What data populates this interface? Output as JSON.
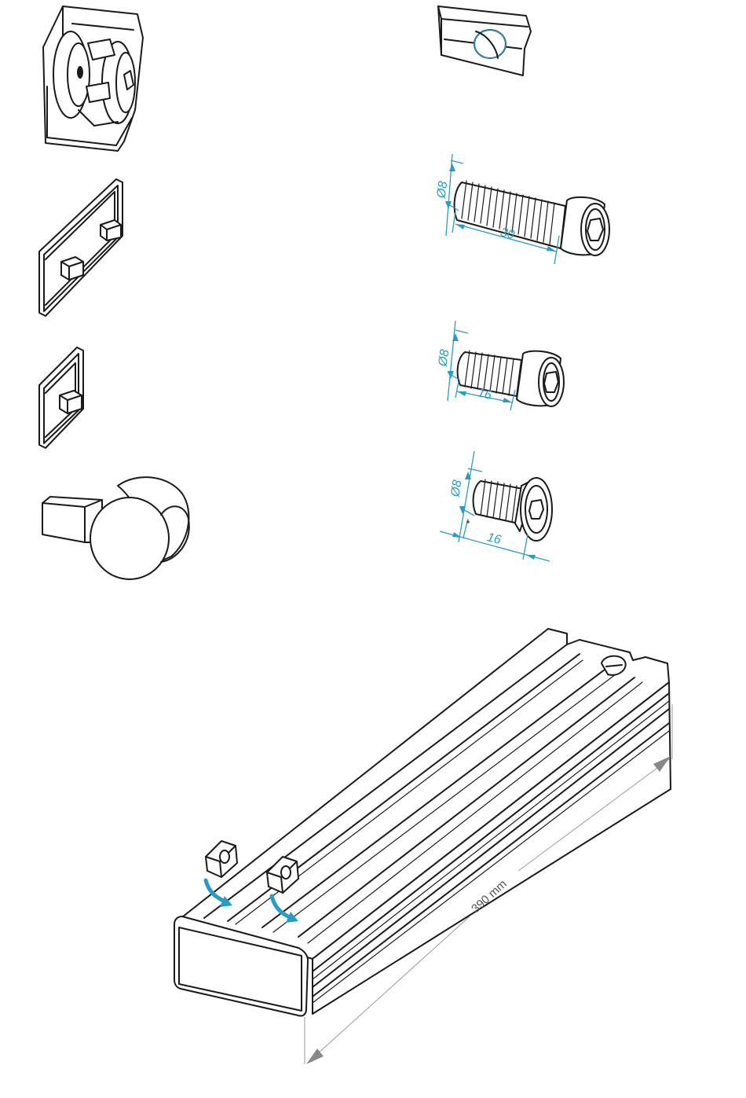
{
  "dimensions": {
    "long_screw_diameter": "Ø8",
    "long_screw_length": "30",
    "short_screw_diameter": "Ø8",
    "short_screw_length": "16",
    "countersunk_screw_diameter": "Ø8",
    "countersunk_screw_length": "16",
    "profile_length": "390 mm"
  },
  "colors": {
    "dimension": "#2a9bc4",
    "line": "#1a1a1a",
    "profile_dimension": "#9a9a9a"
  },
  "parts": [
    {
      "icon": "angle-bracket-icon"
    },
    {
      "icon": "large-end-cap-icon"
    },
    {
      "icon": "small-end-cap-icon"
    },
    {
      "icon": "t-handle-knob-icon"
    },
    {
      "icon": "t-slot-nut-icon"
    },
    {
      "icon": "socket-head-screw-30-icon"
    },
    {
      "icon": "socket-head-screw-16-icon"
    },
    {
      "icon": "countersunk-screw-16-icon"
    },
    {
      "icon": "aluminium-profile-icon"
    }
  ]
}
